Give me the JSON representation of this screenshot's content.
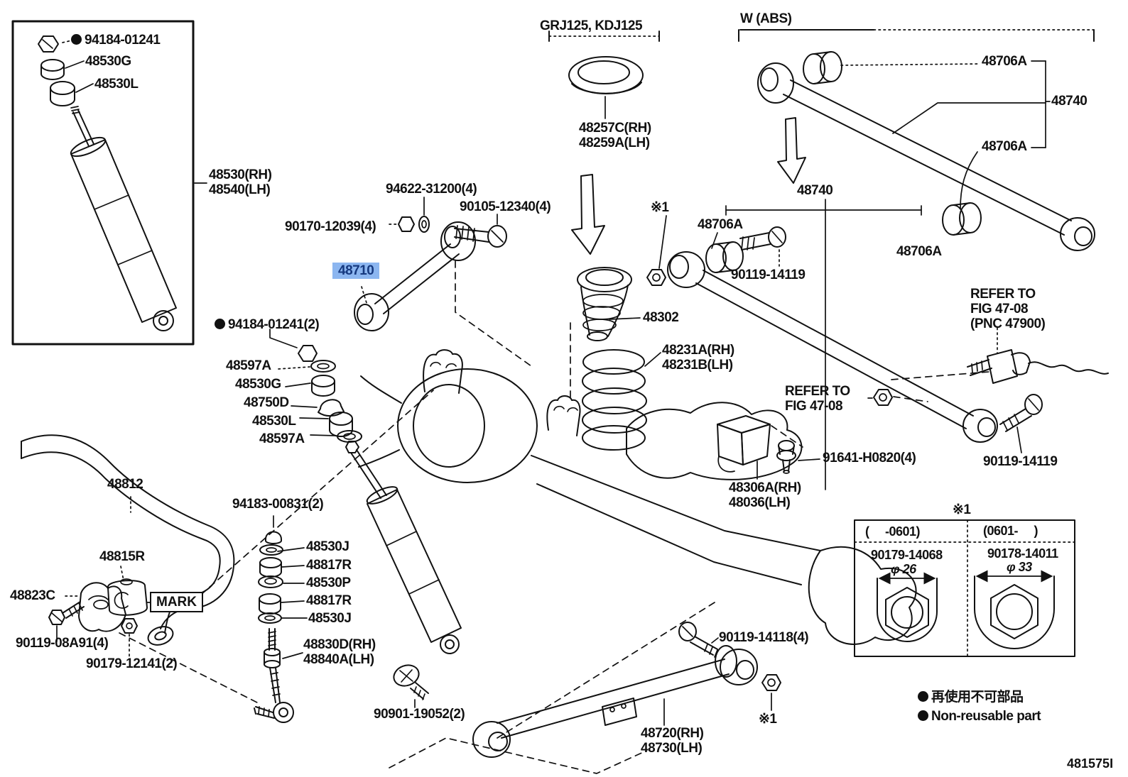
{
  "highlight": {
    "background": "#8CB6F0",
    "text": "#16397F"
  },
  "figure_code": "481575I",
  "labels": {
    "nut_94184_inset": "94184-01241",
    "bushing_48530g_inset": "48530G",
    "bushing_48530l_inset": "48530L",
    "shock_absorber": "48530(RH)\n48540(LH)",
    "washer_94622": "94622-31200(4)",
    "bolt_90105": "90105-12340(4)",
    "nut_90170": "90170-12039(4)",
    "upper_control_arm": "48710",
    "nut_94184_2": "94184-01241(2)",
    "washer_48597a_upper": "48597A",
    "bushing_48530g": "48530G",
    "retainer_48750d": "48750D",
    "bushing_48530l": "48530L",
    "washer_48597a_lower": "48597A",
    "model_codes": "GRJ125, KDJ125",
    "spring_insulator": "48257C(RH)\n48259A(LH)",
    "spring_bumper": "48302",
    "coil_spring": "48231A(RH)\n48231B(LH)",
    "note_ref_top": "※1",
    "bushing_48706a_mid": "48706A",
    "bolt_90119_14119_upper": "90119-14119",
    "lateral_rod": "48740",
    "w_abs_note": "W (ABS)",
    "bushing_48706a_abs_1": "48706A",
    "lateral_rod_abs": "48740",
    "bushing_48706a_abs_2": "48706A",
    "bushing_48706a_right": "48706A",
    "refer_note_pnc": "REFER TO\nFIG 47-08\n(PNC 47900)",
    "refer_note": "REFER TO\nFIG 47-08",
    "bolt_91641": "91641-H0820(4)",
    "bracket_48306a": "48306A(RH)\n48036(LH)",
    "bolt_90119_14119_lower": "90119-14119",
    "stabilizer_bar": "48812",
    "bushing_48815r": "48815R",
    "bracket_48823c": "48823C",
    "mark_note": "MARK",
    "bolt_90119_08a91": "90119-08A91(4)",
    "nut_90179_12141": "90179-12141(2)",
    "nut_94183": "94183-00831(2)",
    "washer_48530j_upper": "48530J",
    "bushing_48817r_upper": "48817R",
    "retainer_48530p": "48530P",
    "bushing_48817r_lower": "48817R",
    "washer_48530j_lower": "48530J",
    "stabilizer_link": "48830D(RH)\n48840A(LH)",
    "screw_90901": "90901-19052(2)",
    "lower_control_arm": "48720(RH)\n48730(LH)",
    "bolt_90119_14118": "90119-14118(4)",
    "note_ref_bottom": "※1",
    "note_ref_table": "※1"
  },
  "table": {
    "col_left_header": "(     -0601)",
    "col_right_header": "(0601-     )",
    "col_left_part": "90179-14068",
    "col_left_diameter": "φ 26",
    "col_right_part": "90178-14011",
    "col_right_diameter": "φ 33"
  },
  "legend": {
    "jp": "再使用不可部品",
    "en": "Non-reusable part"
  }
}
